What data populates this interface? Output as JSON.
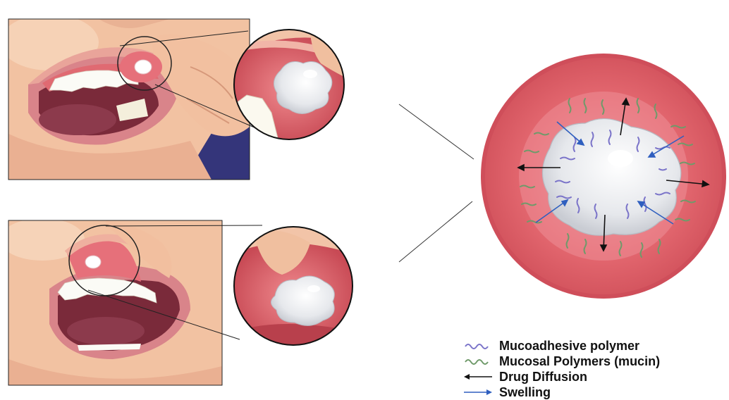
{
  "legend": {
    "items": [
      {
        "label": "Mucoadhesive polymer",
        "icon": "wavy-line-icon",
        "color": "#7b74c9"
      },
      {
        "label": "Mucosal Polymers (mucin)",
        "icon": "wavy-line-icon",
        "color": "#6f9a6a"
      },
      {
        "label": "Drug Diffusion",
        "icon": "left-arrow-icon",
        "color": "#111111"
      },
      {
        "label": "Swelling",
        "icon": "right-arrow-icon",
        "color": "#2f5fbf"
      }
    ]
  },
  "colors": {
    "skin": "#f3c7a8",
    "skin_shadow": "#d79f82",
    "lip": "#e49a92",
    "gum": "#e46a72",
    "mouth_dark": "#7a2b3a",
    "ulcer": "#e9ecef",
    "background_blue": "#35367a",
    "tissue_outer": "#e4606a",
    "tissue_inner": "#d9545e"
  }
}
